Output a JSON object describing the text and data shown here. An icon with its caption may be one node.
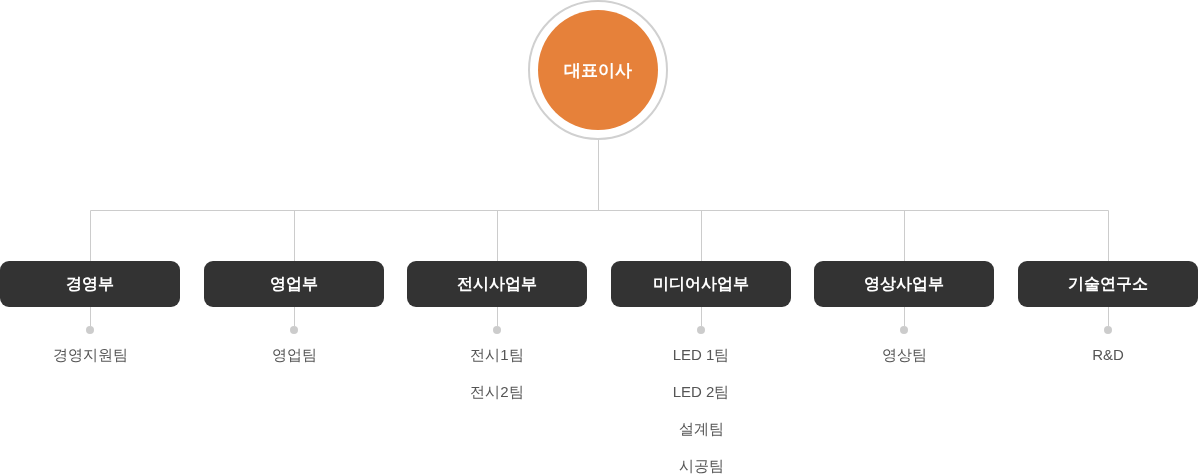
{
  "diagram": {
    "nodes": [
      {
        "text": [
          "대표이사"
        ]
      },
      {
        "text": [
          "경영부"
        ]
      },
      {
        "text": [
          "영업부"
        ]
      },
      {
        "text": [
          "전시사업부"
        ]
      },
      {
        "text": [
          "미디어사업부"
        ]
      },
      {
        "text": [
          "영상사업부"
        ]
      },
      {
        "text": [
          "기술연구소"
        ]
      },
      {
        "text": [],
        "shape": "circle",
        "beside": [
          "경영지원팀"
        ]
      },
      {
        "text": [],
        "shape": "circle",
        "beside": [
          "영업팀"
        ]
      },
      {
        "text": [],
        "shape": "circle",
        "beside": [
          "전시1팀",
          "전시2팀"
        ]
      },
      {
        "text": [],
        "shape": "circle",
        "beside": [
          "LED 1팀",
          "LED 2팀",
          "설계팀",
          "시공팀"
        ]
      },
      {
        "text": [],
        "shape": "circle",
        "beside": [
          "영상팀"
        ]
      },
      {
        "text": [],
        "shape": "circle",
        "beside": [
          "R&D"
        ]
      }
    ],
    "edges": [
      {
        "from": 0,
        "to": 1,
        "arrow": "none"
      },
      {
        "from": 0,
        "to": 2,
        "arrow": "none"
      },
      {
        "from": 0,
        "to": 3,
        "arrow": "none"
      },
      {
        "from": 0,
        "to": 4,
        "arrow": "none"
      },
      {
        "from": 0,
        "to": 5,
        "arrow": "none"
      },
      {
        "from": 0,
        "to": 6,
        "arrow": "none"
      },
      {
        "from": 1,
        "to": 7,
        "arrow": "none"
      },
      {
        "from": 2,
        "to": 8,
        "arrow": "none"
      },
      {
        "from": 3,
        "to": 9,
        "arrow": "none"
      },
      {
        "from": 4,
        "to": 10,
        "arrow": "none"
      },
      {
        "from": 5,
        "to": 11,
        "arrow": "none"
      },
      {
        "from": 6,
        "to": 12,
        "arrow": "none"
      }
    ]
  }
}
